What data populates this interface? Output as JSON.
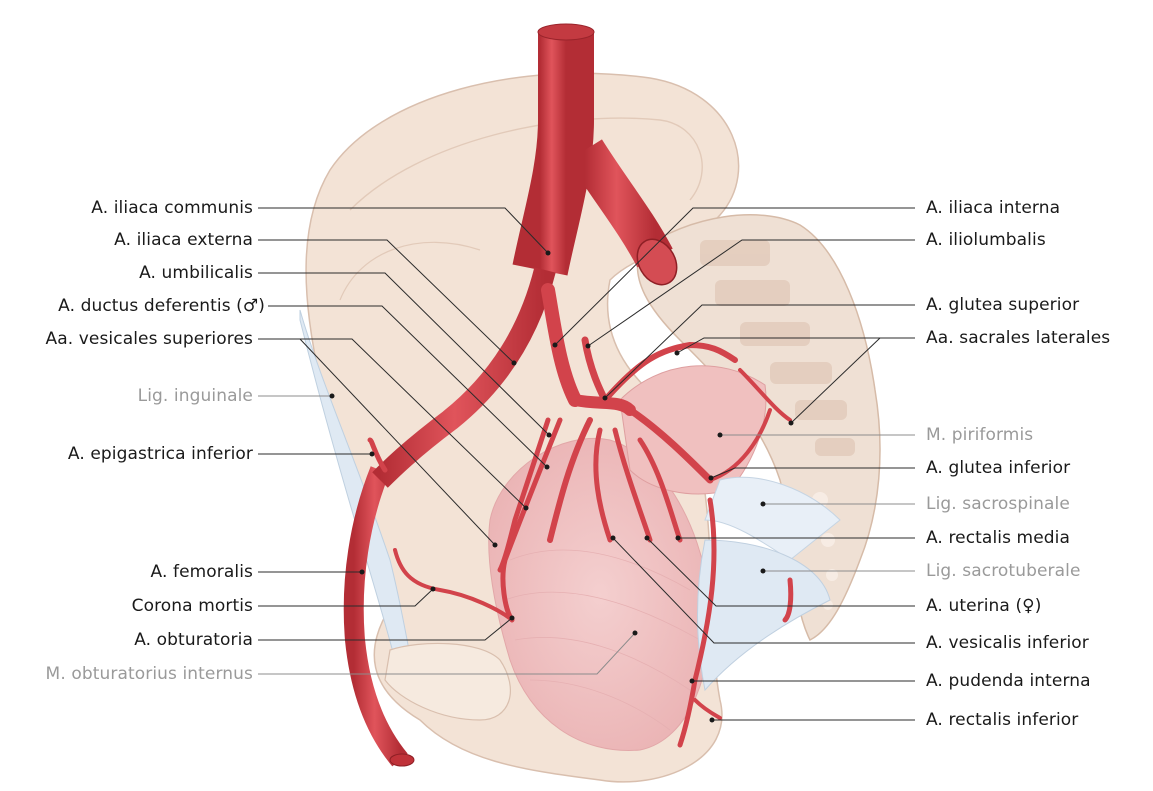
{
  "labels_left": [
    {
      "id": "a-iliaca-communis",
      "text": "A. iliaca communis",
      "muted": false
    },
    {
      "id": "a-iliaca-externa",
      "text": "A. iliaca externa",
      "muted": false
    },
    {
      "id": "a-umbilicalis",
      "text": "A. umbilicalis",
      "muted": false
    },
    {
      "id": "a-ductus-deferentis",
      "text": "A. ductus deferentis (♂)",
      "muted": false
    },
    {
      "id": "aa-vesicales-superiores",
      "text": "Aa. vesicales superiores",
      "muted": false
    },
    {
      "id": "lig-inguinale",
      "text": "Lig. inguinale",
      "muted": true
    },
    {
      "id": "a-epigastrica-inferior",
      "text": "A. epigastrica inferior",
      "muted": false
    },
    {
      "id": "a-femoralis",
      "text": "A. femoralis",
      "muted": false
    },
    {
      "id": "corona-mortis",
      "text": "Corona mortis",
      "muted": false
    },
    {
      "id": "a-obturatoria",
      "text": "A. obturatoria",
      "muted": false
    },
    {
      "id": "m-obturatorius-internus",
      "text": "M. obturatorius internus",
      "muted": true
    }
  ],
  "labels_right": [
    {
      "id": "a-iliaca-interna",
      "text": "A. iliaca interna",
      "muted": false
    },
    {
      "id": "a-iliolumbalis",
      "text": "A. iliolumbalis",
      "muted": false
    },
    {
      "id": "a-glutea-superior",
      "text": "A. glutea superior",
      "muted": false
    },
    {
      "id": "aa-sacrales-laterales",
      "text": "Aa. sacrales laterales",
      "muted": false
    },
    {
      "id": "m-piriformis",
      "text": "M. piriformis",
      "muted": true
    },
    {
      "id": "a-glutea-inferior",
      "text": "A. glutea inferior",
      "muted": false
    },
    {
      "id": "lig-sacrospinale",
      "text": "Lig. sacrospinale",
      "muted": true
    },
    {
      "id": "a-rectalis-media",
      "text": "A. rectalis media",
      "muted": false
    },
    {
      "id": "lig-sacrotuberale",
      "text": "Lig. sacrotuberale",
      "muted": true
    },
    {
      "id": "a-uterina",
      "text": "A. uterina (♀)",
      "muted": false
    },
    {
      "id": "a-vesicalis-inferior",
      "text": "A. vesicalis inferior",
      "muted": false
    },
    {
      "id": "a-pudenda-interna",
      "text": "A. pudenda interna",
      "muted": false
    },
    {
      "id": "a-rectalis-inferior",
      "text": "A. rectalis inferior",
      "muted": false
    }
  ],
  "colors": {
    "bone": "#f3e3d6",
    "bone_edge": "#d9bfae",
    "muscle": "#f2c7c6",
    "artery": "#d9424a",
    "artery_dark": "#b32d35",
    "ligament": "#dfe9f3",
    "label_text": "#1a1a1a",
    "label_muted": "#9a9a9a"
  }
}
